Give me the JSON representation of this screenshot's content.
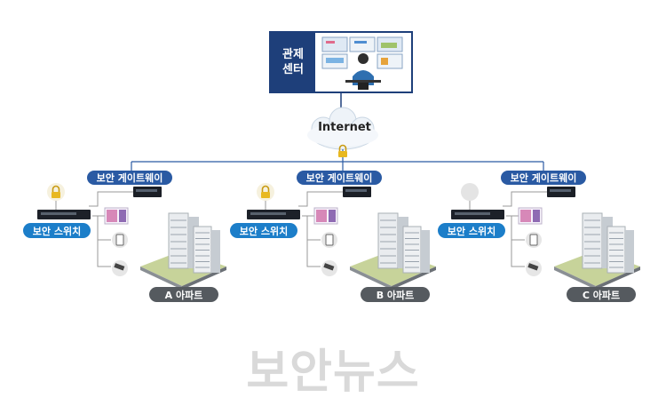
{
  "control_center": {
    "label": "관제\n센터"
  },
  "internet": {
    "label": "Internet"
  },
  "sites": [
    {
      "gateway_label": "보안 게이트웨이",
      "switch_label": "보안 스위치",
      "apartment_label": "A 아파트"
    },
    {
      "gateway_label": "보안 게이트웨이",
      "switch_label": "보안 스위치",
      "apartment_label": "B 아파트"
    },
    {
      "gateway_label": "보안 게이트웨이",
      "switch_label": "보안 스위치",
      "apartment_label": "C 아파트"
    }
  ],
  "watermark": {
    "text": "보안뉴스"
  },
  "colors": {
    "navy": "#1e3f7a",
    "gateway_blue": "#2a5aa3",
    "switch_blue": "#1c7ec9",
    "apartment_gray": "#555a5f",
    "lock_gold": "#e8b820",
    "line_gray": "#9a9a9a",
    "line_blue": "#2a5aa3"
  },
  "icons": [
    "monitoring-operator-icon",
    "cloud-icon",
    "lock-icon",
    "network-switch-icon",
    "wall-pad-icon",
    "door-lock-icon",
    "cctv-camera-icon",
    "apartment-building-icon"
  ]
}
